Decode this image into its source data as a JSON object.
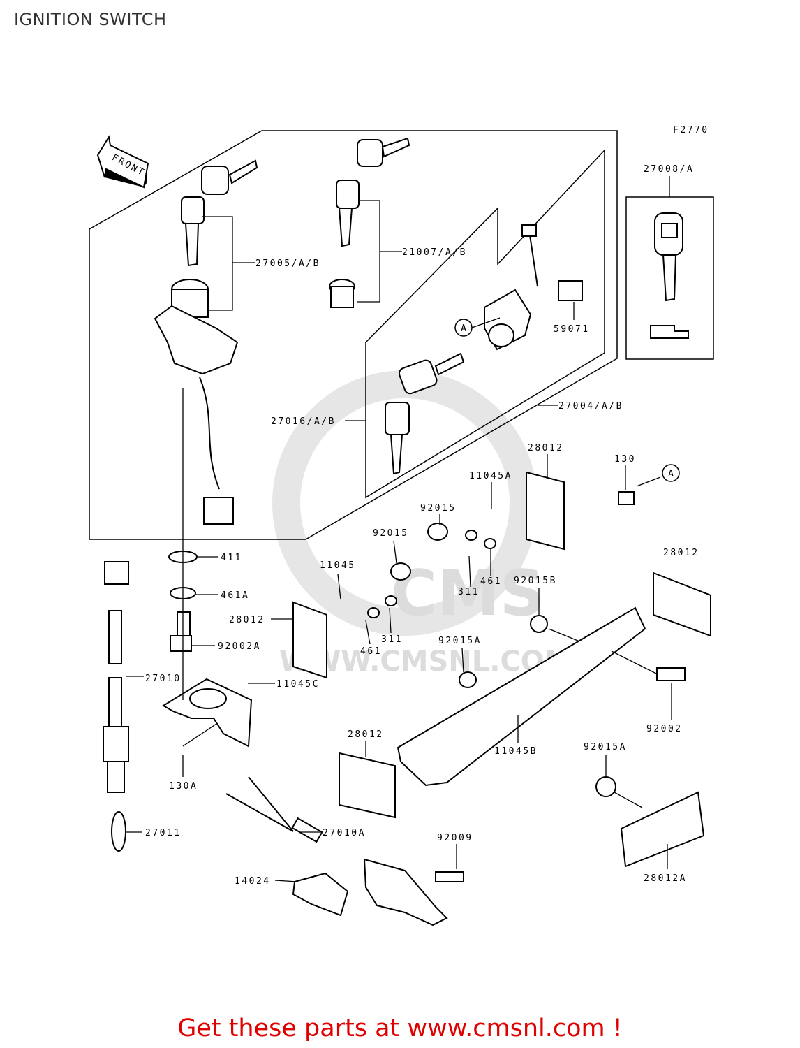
{
  "title": "IGNITION SWITCH",
  "figure_code": "F2770",
  "front_label": "FRONT",
  "reference_marker": "A",
  "watermark": {
    "brand": "CMS",
    "url": "WWW.CMSNL.COM"
  },
  "parts": [
    "27005/A/B",
    "21007/A/B",
    "27008/A",
    "59071",
    "27004/A/B",
    "27016/A/B",
    "28012",
    "130",
    "11045A",
    "92015",
    "411",
    "461A",
    "92002A",
    "27010",
    "11045C",
    "130A",
    "27011",
    "27010A",
    "14024",
    "11045",
    "311",
    "461",
    "92015B",
    "92015A",
    "92002",
    "11045B",
    "92009",
    "28012A"
  ],
  "footer": "Get these parts at www.cmsnl.com !"
}
